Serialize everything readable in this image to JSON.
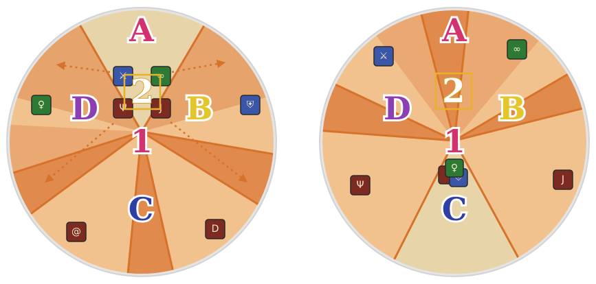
{
  "colors": {
    "arena_light": "#f1c28e",
    "arena_mid": "#e6a36c",
    "arena_dark": "#e08b4d",
    "safe_cream": "#e7d4a8",
    "line": "#d7722b",
    "rim": "#cfcfcf",
    "marker_a": "#d2336f",
    "marker_b": "#e4c62a",
    "marker_c": "#2f3fa5",
    "marker_d": "#8b3fb2",
    "tile_blue": "#3a56a8",
    "tile_green": "#2d7a34",
    "tile_red": "#7d2a22",
    "highlight": "#e7b22a"
  },
  "diagrams": [
    {
      "markers": {
        "a": "A",
        "b": "B",
        "c": "C",
        "d": "D",
        "one": "1",
        "two": "2"
      },
      "players": [
        {
          "role": "tank",
          "icon": "axe-icon",
          "glyph": "⚔"
        },
        {
          "role": "healer",
          "icon": "sage-icon",
          "glyph": "∞"
        },
        {
          "role": "dps",
          "icon": "dragoon-icon",
          "glyph": "Ψ"
        },
        {
          "role": "dps",
          "icon": "samurai-icon",
          "glyph": "J"
        },
        {
          "role": "healer",
          "icon": "staff-icon",
          "glyph": "♀"
        },
        {
          "role": "tank",
          "icon": "shield-icon",
          "glyph": "⛨"
        },
        {
          "role": "dps",
          "icon": "ninja-icon",
          "glyph": "@"
        },
        {
          "role": "dps",
          "icon": "bard-icon",
          "glyph": "D"
        }
      ]
    },
    {
      "markers": {
        "a": "A",
        "b": "B",
        "c": "C",
        "d": "D",
        "one": "1",
        "two": "2"
      },
      "players": [
        {
          "role": "tank",
          "icon": "axe-icon",
          "glyph": "⚔"
        },
        {
          "role": "healer",
          "icon": "sage-icon",
          "glyph": "∞"
        },
        {
          "role": "tank",
          "icon": "shield-icon",
          "glyph": "⛨"
        },
        {
          "role": "dps",
          "icon": "samurai-icon",
          "glyph": "J"
        },
        {
          "role": "dps",
          "icon": "dragoon-icon",
          "glyph": "Ψ"
        },
        {
          "role": "healer",
          "icon": "staff-icon",
          "glyph": "♀"
        }
      ]
    }
  ]
}
